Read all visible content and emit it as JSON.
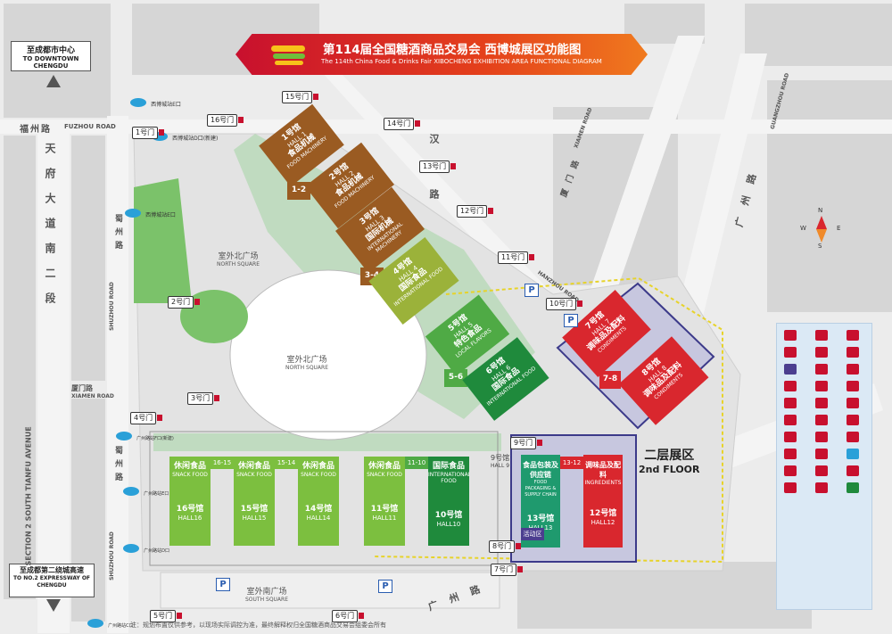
{
  "title": {
    "cn": "第114届全国糖酒商品交易会 西博城展区功能图",
    "en": "The 114th China Food & Drinks Fair XIBOCHENG EXHIBITION AREA FUNCTIONAL DIAGRAM",
    "colors": {
      "from": "#c8102e",
      "to": "#f06a1e"
    }
  },
  "signs": {
    "downtown_cn": "至成都市中心",
    "downtown_en": "TO DOWNTOWN CHENGDU",
    "expressway_cn": "至成都第二绕城高速",
    "expressway_en": "TO NO.2 EXPRESSWAY OF CHENGDU"
  },
  "roads": {
    "fuzhou_cn": "福州路",
    "fuzhou_en": "FUZHOU ROAD",
    "tianfu_cn": "天府大道南二段",
    "tianfu_en": "SECTION 2 SOUTH TIANFU AVENUE",
    "shuzhou_cn": "蜀州路",
    "shuzhou_en": "SHUZHOU ROAD",
    "xiamen_cn": "厦门路",
    "xiamen_en": "XIAMEN ROAD",
    "hanzhou_cn": "汉州路",
    "hanzhou_en": "HANZHOU ROAD",
    "guangzhou_cn": "广州路",
    "guangzhou_en": "GUANGZHOU ROAD",
    "guangzhou_bottom_cn": "广州路"
  },
  "stations": {
    "e": "西博城站E口",
    "d": "西博城站D口(新建)",
    "e2": "西博城站E口",
    "f": "广州路站F口(新建)",
    "e3": "广州路站E口",
    "d2": "广州路站D口",
    "c": "广州路站C口"
  },
  "gates": [
    "1号门",
    "2号门",
    "3号门",
    "4号门",
    "5号门",
    "6号门",
    "7号门",
    "8号门",
    "9号门",
    "10号门",
    "11号门",
    "12号门",
    "13号门",
    "14号门",
    "15号门",
    "16号门"
  ],
  "squares": {
    "north_cn": "室外北广场",
    "north_en": "NORTH SQUARE",
    "north2_cn": "室外北广场",
    "north2_en": "NORTH SQUARE",
    "south_cn": "室外南广场",
    "south_en": "SOUTH SQUARE"
  },
  "halls": {
    "h1": {
      "cn": "食品机械",
      "en": "FOOD MACHINERY",
      "num": "1号馆",
      "hn": "HALL 1"
    },
    "h2": {
      "cn": "食品机械",
      "en": "FOOD MACHINERY",
      "num": "2号馆",
      "hn": "HALL 2"
    },
    "h12a": {
      "num": "1-2"
    },
    "h3": {
      "cn": "国际机械",
      "en": "INTERNATIONAL MACHINERY",
      "num": "3号馆",
      "hn": "HALL 3"
    },
    "h34": {
      "num": "3-4"
    },
    "h4": {
      "cn": "国际食品",
      "en": "INTERNATIONAL FOOD",
      "num": "4号馆",
      "hn": "HALL 4"
    },
    "h5": {
      "cn": "特色食品",
      "en": "LOCAL FLAVORS",
      "num": "5号馆",
      "hn": "HALL 5"
    },
    "h56": {
      "num": "5-6"
    },
    "h6": {
      "cn": "国际食品",
      "en": "INTERNATIONAL FOOD",
      "num": "6号馆",
      "hn": "HALL 6"
    },
    "h7": {
      "cn": "调味品及配料",
      "en": "CONDIMENTS",
      "num": "7号馆",
      "hn": "HALL 7"
    },
    "h78": {
      "num": "7-8"
    },
    "h8": {
      "cn": "调味品及配料",
      "en": "CONDIMENTS",
      "num": "8号馆",
      "hn": "HALL 8"
    },
    "h9": {
      "num": "9号馆",
      "hn": "HALL 9"
    },
    "h10": {
      "cn": "国际食品",
      "en": "INTERNATIONAL FOOD",
      "num": "10号馆",
      "hn": "HALL10"
    },
    "h1011": {
      "num": "11-10"
    },
    "h11": {
      "cn": "休闲食品",
      "en": "SNACK FOOD",
      "num": "11号馆",
      "hn": "HALL11"
    },
    "h12": {
      "cn": "调味品及配料",
      "en": "INGREDIENTS",
      "num": "12号馆",
      "hn": "HALL12"
    },
    "h1213": {
      "num": "13-12"
    },
    "h13": {
      "cn": "食品包装及供应链",
      "en": "FOOD PACKAGING & SUPPLY CHAIN",
      "num": "13号馆",
      "hn": "HALL13"
    },
    "h14": {
      "cn": "休闲食品",
      "en": "SNACK FOOD",
      "num": "14号馆",
      "hn": "HALL14"
    },
    "h1514": {
      "num": "15-14"
    },
    "h15": {
      "cn": "休闲食品",
      "en": "SNACK FOOD",
      "num": "15号馆",
      "hn": "HALL15"
    },
    "h1615": {
      "num": "16-15"
    },
    "h16": {
      "cn": "休闲食品",
      "en": "SNACK FOOD",
      "num": "16号馆",
      "hn": "HALL16"
    }
  },
  "second_floor": {
    "cn": "二层展区",
    "en": "2nd FLOOR"
  },
  "event_area": "活动区",
  "parking": "P",
  "compass": {
    "n": "N",
    "s": "S",
    "e": "E",
    "w": "W"
  },
  "footnote": "注：规划布置仅供参考，以现场实际调控为准，最终解释权归全国糖酒商品交易会组委会所有",
  "colors": {
    "brown": "#9a5b22",
    "olive": "#9bb23a",
    "green_mid": "#4faa45",
    "green_dark": "#1f8a3c",
    "light_green": "#7cbf3f",
    "red": "#d9272e",
    "purple": "#4b3e8f",
    "road": "#e6e6e6",
    "block": "#d5d5d5"
  }
}
